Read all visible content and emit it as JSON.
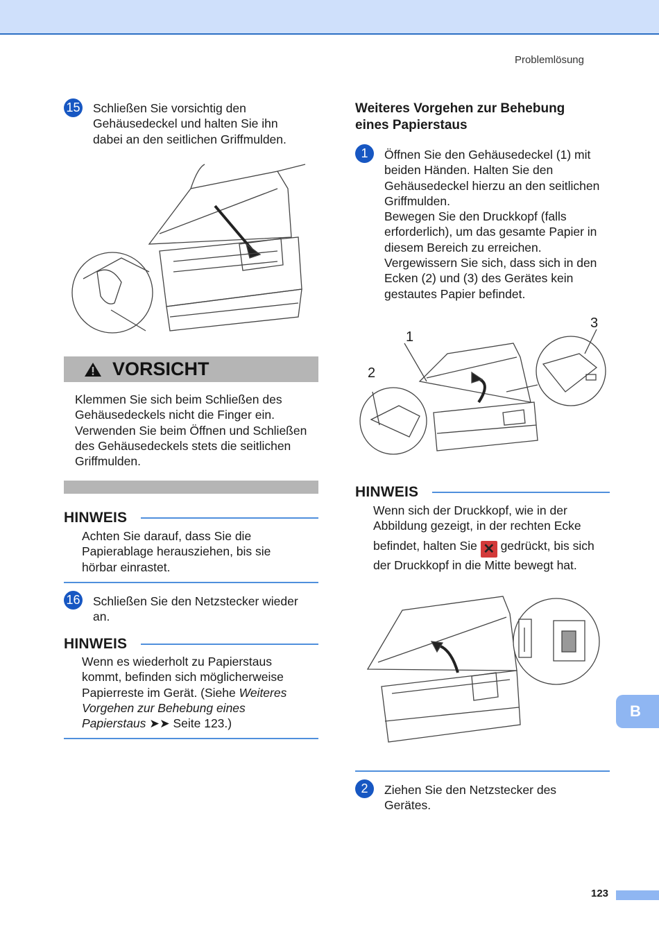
{
  "header": {
    "section": "Problemlösung"
  },
  "left": {
    "step15": {
      "num": "15",
      "text": [
        "Schließen Sie vorsichtig den",
        "Gehäusedeckel und halten Sie ihn",
        "dabei an den seitlichen Griffmulden."
      ]
    },
    "vorsicht": {
      "title": "VORSICHT",
      "text": [
        "Klemmen Sie sich beim Schließen des",
        "Gehäusedeckels nicht die Finger ein.",
        "Verwenden Sie beim Öffnen und Schließen",
        "des Gehäusedeckels stets die seitlichen",
        "Griffmulden."
      ]
    },
    "hinweis1": {
      "title": "HINWEIS",
      "text": [
        "Achten Sie darauf, dass Sie die",
        "Papierablage herausziehen, bis sie",
        "hörbar einrastet."
      ]
    },
    "step16": {
      "num": "16",
      "text": [
        "Schließen Sie den Netzstecker wieder",
        "an."
      ]
    },
    "hinweis2": {
      "title": "HINWEIS",
      "line1": "Wenn es wiederholt zu Papierstaus",
      "line2": "kommt, befinden sich möglicherweise",
      "line3a": "Papierreste im Gerät. (Siehe ",
      "line3b": "Weiteres",
      "line4": "Vorgehen zur Behebung eines",
      "line5a": "Papierstaus",
      "line5b": " ➤➤ Seite 123.)"
    }
  },
  "right": {
    "heading": [
      "Weiteres Vorgehen zur Behebung",
      "eines Papierstaus"
    ],
    "step1": {
      "num": "1",
      "text": [
        "Öffnen Sie den Gehäusedeckel (1) mit",
        "beiden Händen. Halten Sie den",
        "Gehäusedeckel hierzu an den seitlichen",
        "Griffmulden.",
        "Bewegen Sie den Druckkopf (falls",
        "erforderlich), um das gesamte Papier in",
        "diesem Bereich zu erreichen.",
        "Vergewissern Sie sich, dass sich in den",
        "Ecken (2) und (3) des Gerätes kein",
        "gestautes Papier befindet."
      ]
    },
    "callouts": {
      "c1": "1",
      "c2": "2",
      "c3": "3"
    },
    "hinweis3": {
      "title": "HINWEIS",
      "line1": "Wenn sich der Druckkopf, wie in der",
      "line2": "Abbildung gezeigt, in der rechten Ecke",
      "line3a": "befindet, halten Sie ",
      "line3b": " gedrückt, bis sich",
      "line4": "der Druckkopf in die Mitte bewegt hat.",
      "icon": "stop-x-icon"
    },
    "step2": {
      "num": "2",
      "text": [
        "Ziehen Sie den Netzstecker des",
        "Gerätes."
      ]
    }
  },
  "tab": "B",
  "page_number": "123",
  "colors": {
    "accent": "#1757c2",
    "rule": "#4f8fdc",
    "tab": "#8fb6f2",
    "header": "#cfe0fb"
  }
}
